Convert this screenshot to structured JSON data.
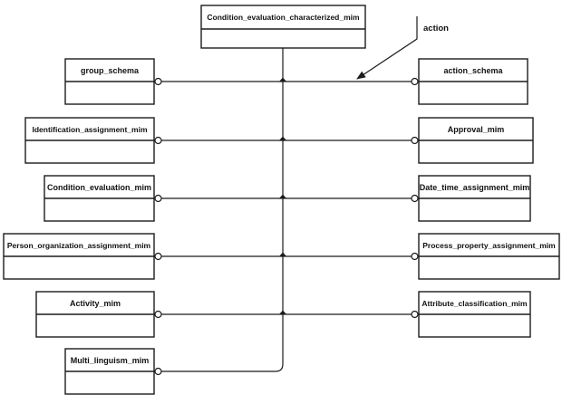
{
  "diagram": {
    "root_box": {
      "label": "Condition_evaluation_characterized_mim"
    },
    "annotation": {
      "label": "action"
    },
    "left_boxes": [
      {
        "label": "group_schema"
      },
      {
        "label": "Identification_assignment_mim"
      },
      {
        "label": "Condition_evaluation_mim"
      },
      {
        "label": "Person_organization_assignment_mim"
      },
      {
        "label": "Activity_mim"
      },
      {
        "label": "Multi_linguism_mim"
      }
    ],
    "right_boxes": [
      {
        "label": "action_schema"
      },
      {
        "label": "Approval_mim"
      },
      {
        "label": "Date_time_assignment_mim"
      },
      {
        "label": "Process_property_assignment_mim"
      },
      {
        "label": "Attribute_classification_mim"
      }
    ],
    "colors": {
      "line": "#1c1c1c",
      "background": "#ffffff",
      "text": "#111111"
    }
  }
}
